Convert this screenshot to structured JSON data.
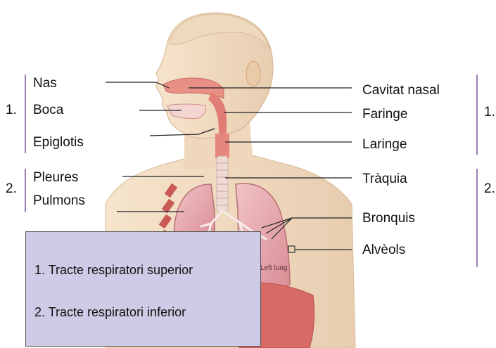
{
  "left_labels": {
    "group1_number": "1.",
    "group2_number": "2.",
    "nas": "Nas",
    "boca": "Boca",
    "epiglotis": "Epiglotis",
    "pleures": "Pleures",
    "pulmons": "Pulmons"
  },
  "right_labels": {
    "group1_number": "1.",
    "group2_number": "2.",
    "cavitat_nasal": "Cavitat nasal",
    "faringe": "Faringe",
    "laringe": "Laringe",
    "traquia": "Tràquia",
    "bronquis": "Bronquis",
    "alveols": "Alvèols"
  },
  "figure": {
    "lung_label": "Left lung"
  },
  "legend": {
    "item1": "1. Tracte respiratori superior",
    "item2": "2. Tracte respiratori inferior"
  },
  "colors": {
    "skin": "#f2dcc0",
    "skin_shadow": "#e3c3a0",
    "airway": "#e88f86",
    "lung": "#e8a9ae",
    "bracket": "#9b7fb3",
    "legend_bg": "#cfcbe6"
  }
}
